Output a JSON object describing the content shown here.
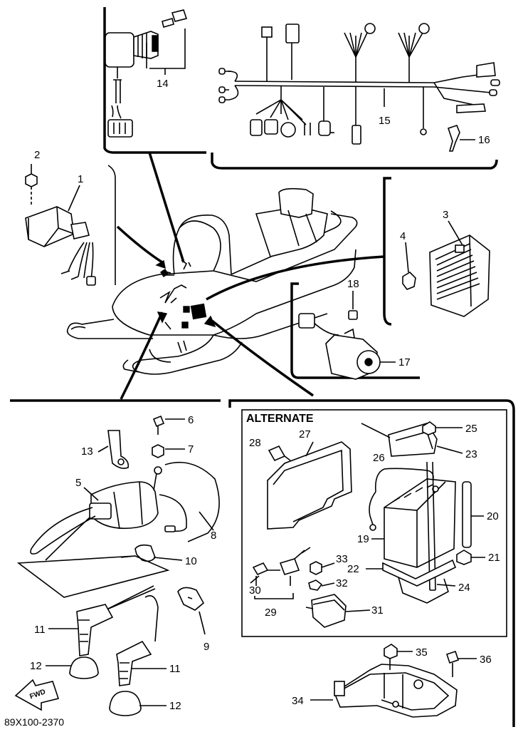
{
  "diagram": {
    "alternate_title": "ALTERNATE",
    "drawing_code": "89X100-2370",
    "fwd_label": "FWD",
    "callouts": {
      "p1": "1",
      "p2": "2",
      "p3": "3",
      "p4": "4",
      "p5": "5",
      "p6": "6",
      "p7": "7",
      "p8": "8",
      "p9": "9",
      "p10": "10",
      "p11a": "11",
      "p11b": "11",
      "p12a": "12",
      "p12b": "12",
      "p13": "13",
      "p14": "14",
      "p15": "15",
      "p16": "16",
      "p17": "17",
      "p18": "18",
      "p19": "19",
      "p20": "20",
      "p21": "21",
      "p22": "22",
      "p23": "23",
      "p24": "24",
      "p25": "25",
      "p26": "26",
      "p27": "27",
      "p28": "28",
      "p29": "29",
      "p30": "30",
      "p31": "31",
      "p32": "32",
      "p33": "33",
      "p34": "34",
      "p35": "35",
      "p36": "36"
    }
  }
}
